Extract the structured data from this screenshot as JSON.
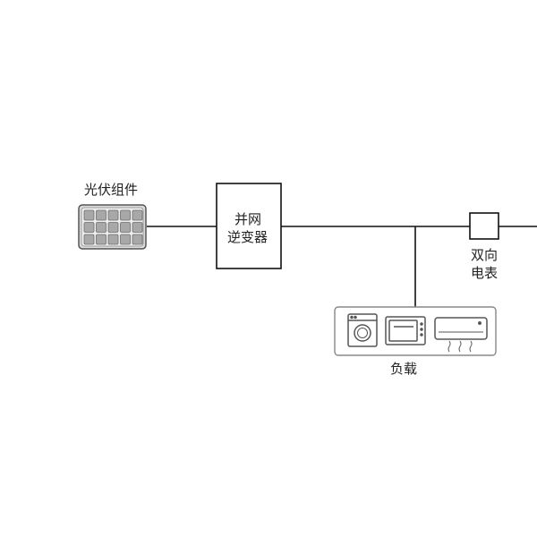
{
  "pv_module": {
    "label": "光伏组件"
  },
  "inverter": {
    "line1": "并网",
    "line2": "逆变器"
  },
  "meter": {
    "line1": "双向",
    "line2": "电表"
  },
  "load": {
    "label": "负载"
  },
  "colors": {
    "line": "#111111",
    "panel_fill": "#e6e6e6",
    "panel_cell": "#b0b0b0",
    "appliance_stroke": "#555555",
    "load_box_stroke": "#888888"
  },
  "icons": [
    "solar-panel-icon",
    "washing-machine-icon",
    "microwave-icon",
    "air-conditioner-icon"
  ]
}
